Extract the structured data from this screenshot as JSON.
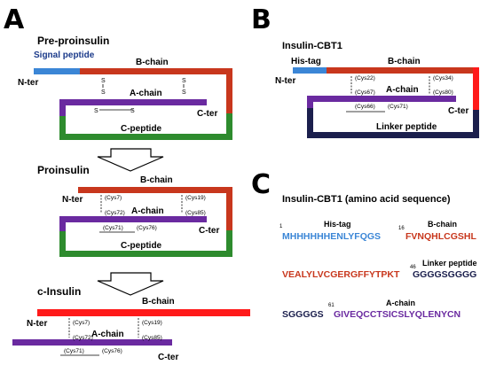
{
  "panels": {
    "a": "A",
    "b": "B",
    "c": "C"
  },
  "colors": {
    "red": "#c8371d",
    "brightred": "#ff1a1a",
    "green": "#2e8b2e",
    "purple": "#6a2aa0",
    "blue": "#3b86d6",
    "navy": "#1b1f4d",
    "brown": "#b5441f"
  },
  "pre_proinsulin": {
    "title": "Pre-proinsulin",
    "signal": "Signal peptide",
    "bchain": "B-chain",
    "nter": "N-ter",
    "achain": "A-chain",
    "cter": "C-ter",
    "cpeptide": "C-peptide",
    "ss": "S"
  },
  "proinsulin": {
    "title": "Proinsulin",
    "bchain": "B-chain",
    "nter": "N-ter",
    "achain": "A-chain",
    "cter": "C-ter",
    "cpeptide": "C-peptide",
    "cys": {
      "c7": "(Cys7)",
      "c19": "(Cys19)",
      "c72": "(Cys72)",
      "c85": "(Cys85)",
      "c71": "(Cys71)",
      "c76": "(Cys76)"
    }
  },
  "c_insulin": {
    "title": "c-Insulin",
    "bchain": "B-chain",
    "nter": "N-ter",
    "achain": "A-chain",
    "cter": "C-ter",
    "cys": {
      "c7": "(Cys7)",
      "c19": "(Cys19)",
      "c72": "(Cys72)",
      "c85": "(Cys85)",
      "c71": "(Cys71)",
      "c76": "(Cys76)"
    }
  },
  "cbt1": {
    "title": "Insulin-CBT1",
    "histag": "His-tag",
    "bchain": "B-chain",
    "nter": "N-ter",
    "achain": "A-chain",
    "cter": "C-ter",
    "linker": "Linker peptide",
    "cys": {
      "c22": "(Cys22)",
      "c34": "(Cys34)",
      "c67": "(Cys67)",
      "c80": "(Cys80)",
      "c66": "(Cys66)",
      "c71": "(Cys71)"
    }
  },
  "sequence": {
    "title": "Insulin-CBT1 (amino acid sequence)",
    "his_num": "1",
    "his_label": "His-tag",
    "his_seq": "MHHHHHHENLYFQGS",
    "b_num": "16",
    "b_label": "B-chain",
    "b_seq1": "FVNQHLCGSHL",
    "b_seq2": "VEALYLVCGERGFFYTPKT",
    "l_num": "46",
    "l_label": "Linker peptide",
    "l_seq1": "GGGGSGGGG",
    "l_seq2": "SGGGGS",
    "a_num": "61",
    "a_label": "A-chain",
    "a_seq": "GIVEQCCTSICSLYQLENYCN"
  }
}
